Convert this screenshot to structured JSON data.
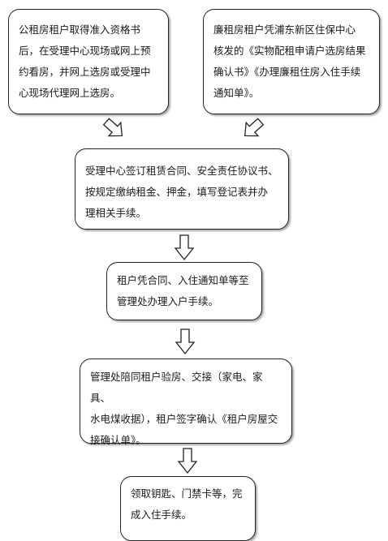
{
  "boxes": [
    {
      "id": "box-public-rental-tenant",
      "lines": [
        "公租房租户取得准入资格书",
        "后，在受理中心现场或网上预",
        "约看房，并网上选房或受理中",
        "心现场代理网上选房。"
      ]
    },
    {
      "id": "box-low-rent-tenant",
      "lines": [
        "廉租房租户凭浦东新区住保中心",
        "核发的《实物配租申请户选房结果",
        "确认书》《办理廉租住房入住手续",
        "通知单》。"
      ]
    },
    {
      "id": "box-sign-contract",
      "lines": [
        "受理中心签订租赁合同、安全责任协议书、",
        "按规定缴纳租金、押金，填写登记表并办",
        "理相关手续。"
      ]
    },
    {
      "id": "box-check-in",
      "lines": [
        "租户凭合同、入住通知单等至",
        "管理处办理入户手续。"
      ]
    },
    {
      "id": "box-inspection",
      "lines": [
        "管理处陪同租户验房、交接（家电、家具、",
        "水电煤收据），租户签字确认《租户房屋交",
        "接确认单》。"
      ]
    },
    {
      "id": "box-keys",
      "lines": [
        "领取钥匙、门禁卡等，完",
        "成入住手续。"
      ]
    }
  ]
}
